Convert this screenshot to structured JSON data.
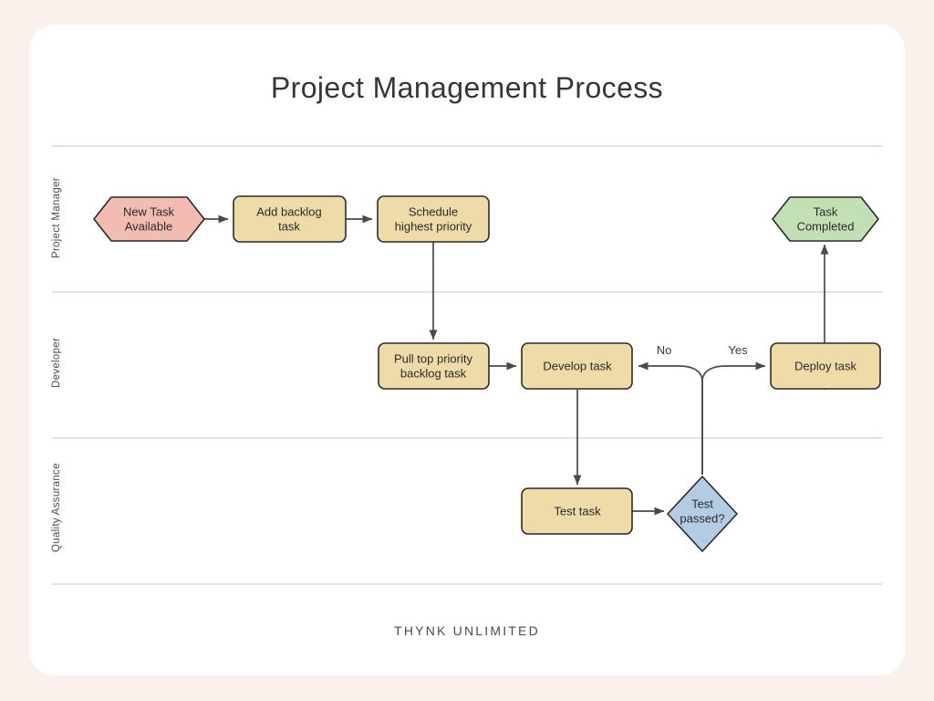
{
  "page": {
    "background_color": "#faf1ec",
    "card_color": "#ffffff",
    "title": "Project Management Process",
    "footer": "THYNK UNLIMITED"
  },
  "palette": {
    "start_pink": "#f2bcb0",
    "process_tan": "#eedba8",
    "decision_blue": "#b2cce3",
    "end_green": "#c3e0b4",
    "stroke": "#2a2a2a",
    "edge": "#4a4a4a",
    "divider": "#d9d9d9",
    "text": "#2b2b2b"
  },
  "lanes": [
    {
      "id": "pm",
      "label": "Project Manager"
    },
    {
      "id": "dev",
      "label": "Developer"
    },
    {
      "id": "qa",
      "label": "Quality Assurance"
    }
  ],
  "nodes": [
    {
      "id": "new-task",
      "label_line1": "New Task",
      "label_line2": "Available",
      "shape": "hexagon",
      "lane": "pm",
      "fill": "#f2bcb0"
    },
    {
      "id": "add-backlog",
      "label_line1": "Add backlog",
      "label_line2": "task",
      "shape": "rect",
      "lane": "pm",
      "fill": "#eedba8"
    },
    {
      "id": "schedule",
      "label_line1": "Schedule",
      "label_line2": "highest priority",
      "shape": "rect",
      "lane": "pm",
      "fill": "#eedba8"
    },
    {
      "id": "task-completed",
      "label_line1": "Task",
      "label_line2": "Completed",
      "shape": "hexagon",
      "lane": "pm",
      "fill": "#c3e0b4"
    },
    {
      "id": "pull-top",
      "label_line1": "Pull top priority",
      "label_line2": "backlog task",
      "shape": "rect",
      "lane": "dev",
      "fill": "#eedba8"
    },
    {
      "id": "develop",
      "label_line1": "Develop task",
      "label_line2": "",
      "shape": "rect",
      "lane": "dev",
      "fill": "#eedba8"
    },
    {
      "id": "deploy",
      "label_line1": "Deploy task",
      "label_line2": "",
      "shape": "rect",
      "lane": "dev",
      "fill": "#eedba8"
    },
    {
      "id": "test-task",
      "label_line1": "Test task",
      "label_line2": "",
      "shape": "rect",
      "lane": "qa",
      "fill": "#eedba8"
    },
    {
      "id": "test-passed",
      "label_line1": "Test",
      "label_line2": "passed?",
      "shape": "diamond",
      "lane": "qa",
      "fill": "#b2cce3"
    }
  ],
  "edges": [
    {
      "from": "new-task",
      "to": "add-backlog",
      "label": ""
    },
    {
      "from": "add-backlog",
      "to": "schedule",
      "label": ""
    },
    {
      "from": "schedule",
      "to": "pull-top",
      "label": ""
    },
    {
      "from": "pull-top",
      "to": "develop",
      "label": ""
    },
    {
      "from": "develop",
      "to": "test-task",
      "label": ""
    },
    {
      "from": "test-task",
      "to": "test-passed",
      "label": ""
    },
    {
      "from": "test-passed",
      "to": "develop",
      "label": "No"
    },
    {
      "from": "test-passed",
      "to": "deploy",
      "label": "Yes"
    },
    {
      "from": "deploy",
      "to": "task-completed",
      "label": ""
    }
  ],
  "edge_labels": {
    "no": "No",
    "yes": "Yes"
  }
}
